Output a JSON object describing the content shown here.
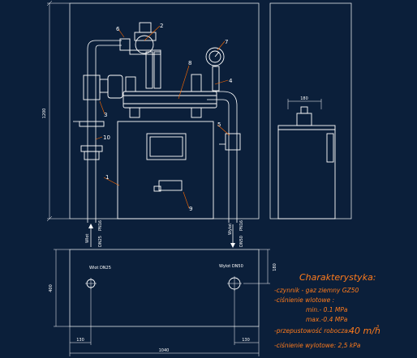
{
  "dimensions": {
    "height_left": "1200",
    "width_side": "180",
    "plan_height": "400",
    "plan_depth": "180",
    "plan_offset_left": "130",
    "plan_offset_right": "130",
    "plan_width": "1040"
  },
  "callouts": [
    "1",
    "2",
    "3",
    "4",
    "5",
    "6",
    "7",
    "8",
    "9",
    "10"
  ],
  "pipe_labels": {
    "inlet": "Wlot",
    "inlet_dn": "DN25",
    "inlet_pn": "PN16",
    "outlet": "Wylot",
    "outlet_dn": "DN50",
    "outlet_pn": "PN16"
  },
  "plan_labels": {
    "inlet": "Wlot DN25",
    "outlet": "Wylot DN50"
  },
  "characteristics": {
    "title": "Charakterystyka:",
    "lines": [
      "-czynnik - gaz ziemny GZ50",
      "-ciśnienie wlotowe :",
      "min.- 0.1 MPa",
      "max.-0.4 MPa"
    ],
    "capacity_label": "-przepustowość robocza:",
    "capacity_value": "40 m/h",
    "capacity_sup": "3",
    "outlet_pressure": "-ciśnienie wylotowe: 2,5 kPa"
  },
  "colors": {
    "background": "#0b1f3a",
    "lines": "#ffffff",
    "leaders": "#ff6a00",
    "accent_text": "#ff7b1c"
  }
}
